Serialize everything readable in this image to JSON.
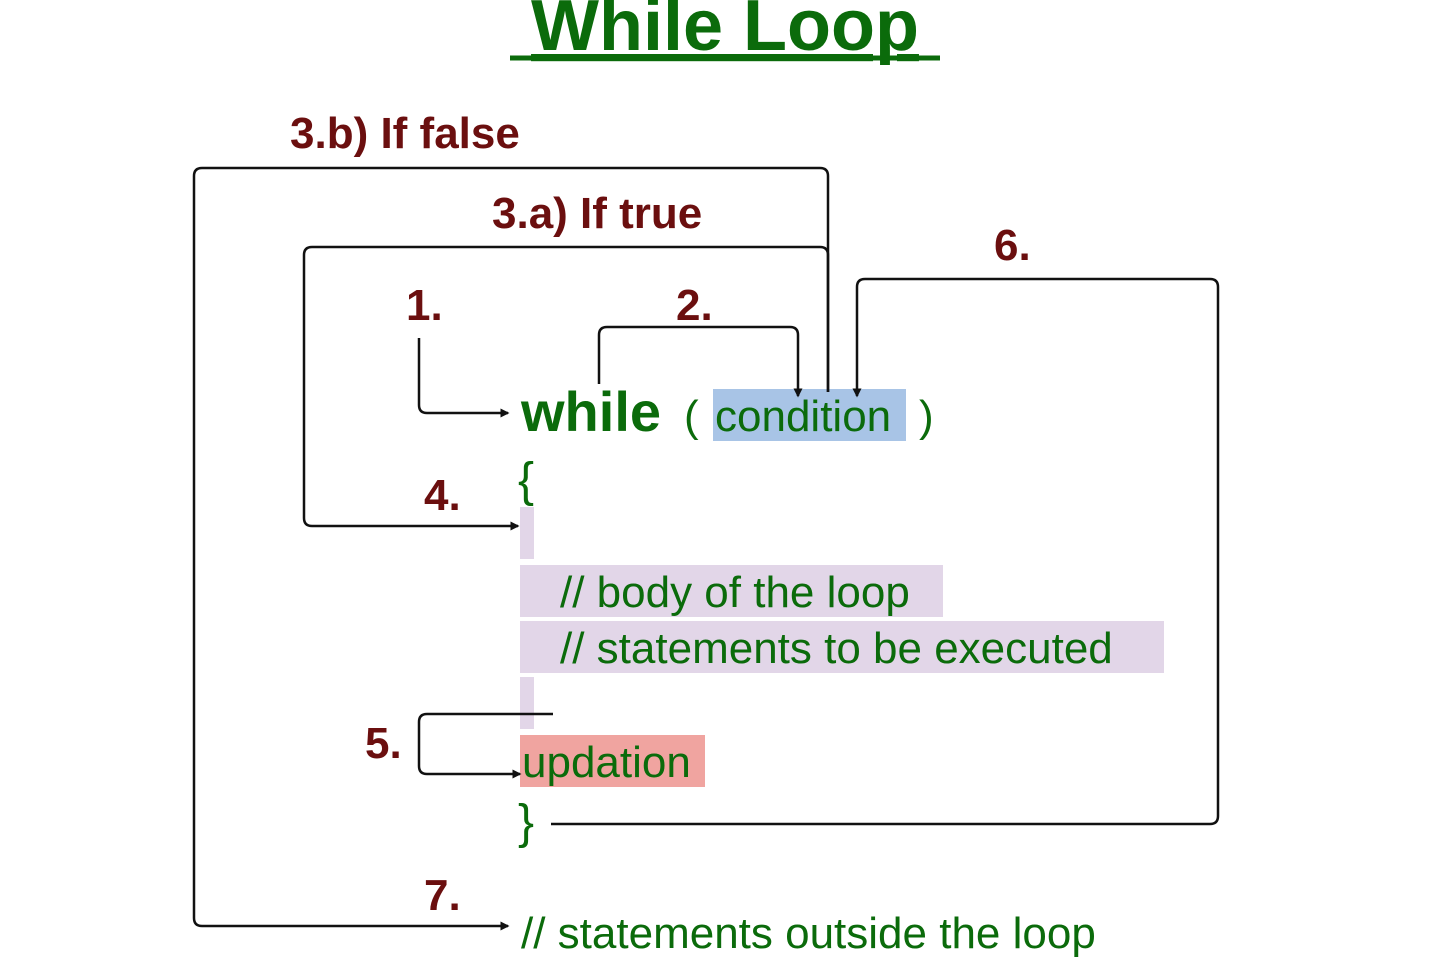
{
  "title": "While Loop",
  "colors": {
    "title": "#0b6b0b",
    "step_label": "#6b0f0f",
    "code_text": "#0b6b0b",
    "condition_highlight": "#a8c4e6",
    "body_highlight": "#e2d6e8",
    "updation_highlight": "#f0a4a0",
    "arrow": "#111111"
  },
  "steps": {
    "s1": "1.",
    "s2": "2.",
    "s3a": "3.a) If true",
    "s3b": "3.b) If false",
    "s4": "4.",
    "s5": "5.",
    "s6": "6.",
    "s7": "7."
  },
  "code": {
    "keyword": "while",
    "open_paren": "(",
    "condition": "condition",
    "close_paren": ")",
    "open_brace": "{",
    "body_line_1": "// body of the loop",
    "body_line_2": "// statements to be executed",
    "updation": "updation",
    "close_brace": "}",
    "after_loop": "// statements outside the loop"
  }
}
